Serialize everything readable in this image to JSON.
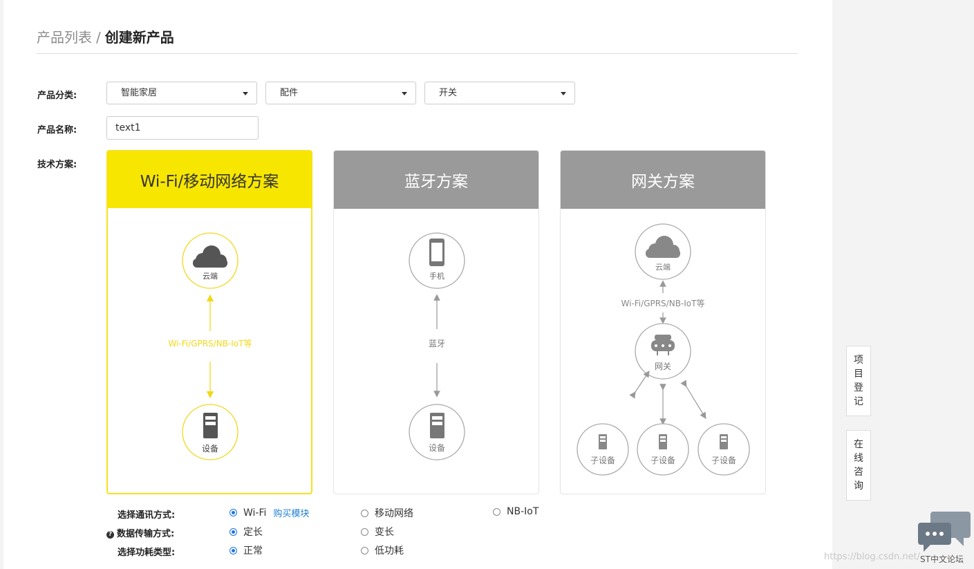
{
  "breadcrumb": {
    "parent": "产品列表",
    "separator": "/",
    "current": "创建新产品"
  },
  "form": {
    "category_label": "产品分类:",
    "category_1": "智能家居",
    "category_2": "配件",
    "category_3": "开关",
    "name_label": "产品名称:",
    "name_value": "text1",
    "tech_label": "技术方案:"
  },
  "solutions": [
    {
      "title": "Wi-Fi/移动网络方案",
      "selected": true,
      "top_node": "云端",
      "link_label": "Wi-Fi/GPRS/NB-IoT等",
      "bottom_node": "设备"
    },
    {
      "title": "蓝牙方案",
      "selected": false,
      "top_node": "手机",
      "link_label": "蓝牙",
      "bottom_node": "设备"
    },
    {
      "title": "网关方案",
      "selected": false,
      "top_node": "云端",
      "link_label": "Wi-Fi/GPRS/NB-IoT等",
      "middle_node": "网关",
      "sub_nodes": [
        "子设备",
        "子设备",
        "子设备"
      ]
    }
  ],
  "options": {
    "comm_label": "选择通讯方式:",
    "comm_choices": [
      "Wi-Fi",
      "移动网络",
      "NB-IoT"
    ],
    "buy_module": "购买模块",
    "transfer_label": "数据传输方式:",
    "transfer_choices": [
      "定长",
      "变长"
    ],
    "power_label": "选择功耗类型:",
    "power_choices": [
      "正常",
      "低功耗"
    ]
  },
  "sidebar": {
    "register": [
      "项",
      "目",
      "登",
      "记"
    ],
    "consult": [
      "在",
      "线",
      "咨",
      "询"
    ]
  },
  "watermark": "https://blog.csdn.net/",
  "forum_name": "ST中文论坛",
  "colors": {
    "accent": "#f7e600",
    "accent_line": "#f2d81a",
    "gray_header": "#9a9a9a",
    "link": "#1f7fd6",
    "radio": "#1a73e8"
  }
}
